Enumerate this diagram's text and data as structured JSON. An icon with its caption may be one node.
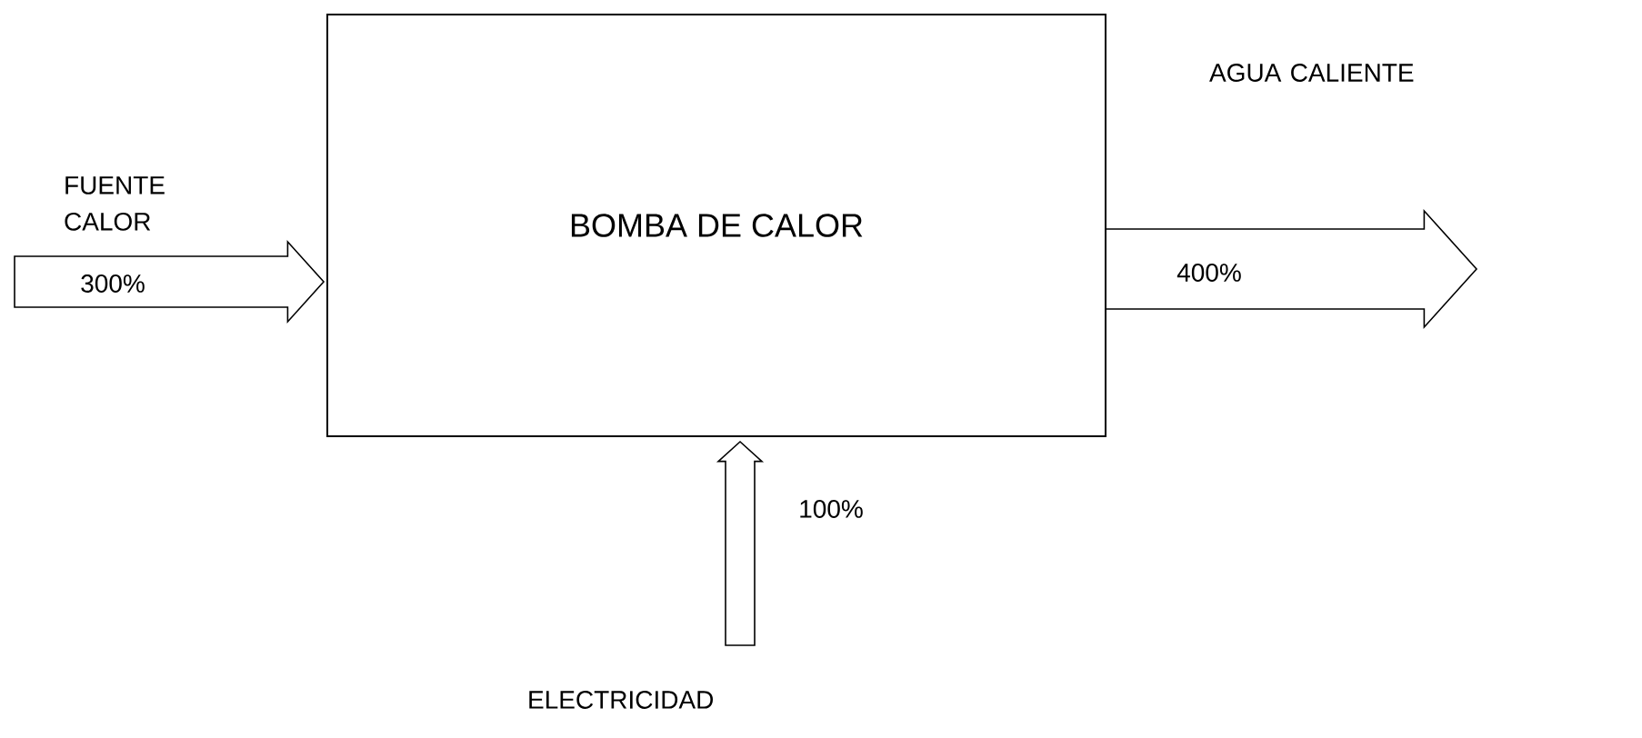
{
  "diagram": {
    "nodes": [
      {
        "text": [
          "BOMBA DE CALOR"
        ]
      },
      {
        "text": [
          "FUENTE CALOR"
        ]
      },
      {
        "text": [
          "AGUA CALIENTE"
        ]
      },
      {
        "text": [
          "ELECTRICIDAD"
        ]
      }
    ],
    "edges": [
      {
        "from": 1,
        "to": 0,
        "arrow": "to",
        "label": "300%"
      },
      {
        "from": 0,
        "to": 2,
        "arrow": "to",
        "label": "400%"
      },
      {
        "from": 3,
        "to": 0,
        "arrow": "to",
        "label": "100%"
      }
    ]
  }
}
